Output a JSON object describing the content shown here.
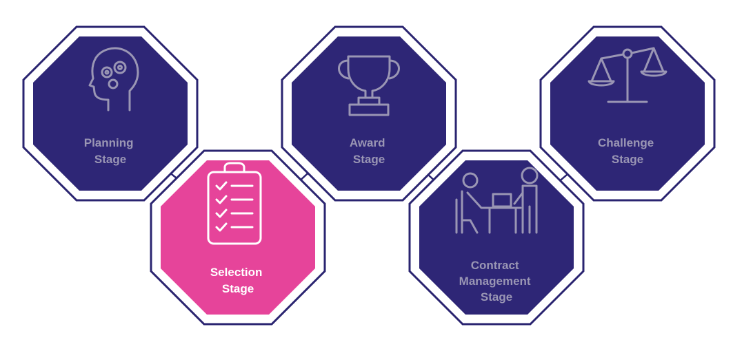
{
  "colors": {
    "inactive_fill": "#2e2676",
    "active_fill": "#e6449a",
    "inactive_text": "#9a96b4",
    "active_text": "#ffffff",
    "outline": "#2a2470"
  },
  "stages": [
    {
      "id": "planning",
      "lines": [
        "Planning",
        "Stage"
      ],
      "icon": "head-gears-icon",
      "active": false
    },
    {
      "id": "selection",
      "lines": [
        "Selection",
        "Stage"
      ],
      "icon": "clipboard-checklist-icon",
      "active": true
    },
    {
      "id": "award",
      "lines": [
        "Award",
        "Stage"
      ],
      "icon": "trophy-icon",
      "active": false
    },
    {
      "id": "contract-management",
      "lines": [
        "Contract",
        "Management",
        "Stage"
      ],
      "icon": "meeting-desk-icon",
      "active": false
    },
    {
      "id": "challenge",
      "lines": [
        "Challenge",
        "Stage"
      ],
      "icon": "scales-icon",
      "active": false
    }
  ]
}
